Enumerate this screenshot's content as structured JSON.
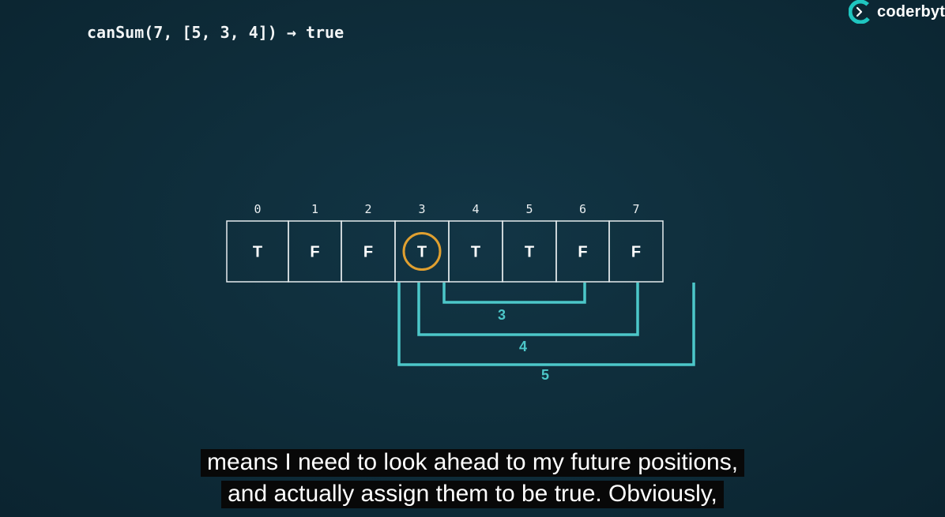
{
  "header": {
    "code": "canSum(7, [5, 3, 4]) → true"
  },
  "brand": {
    "name": "coderbyte",
    "logo_icon": "coderbyte-logo-icon",
    "accent": "#1fc6c0"
  },
  "table": {
    "indices": [
      "0",
      "1",
      "2",
      "3",
      "4",
      "5",
      "6",
      "7"
    ],
    "values": [
      "T",
      "F",
      "F",
      "T",
      "T",
      "T",
      "F",
      "F"
    ],
    "highlighted_index": 3,
    "highlight_color": "#e0a030",
    "border_color": "#e6ecee"
  },
  "jumps": [
    {
      "label": "3"
    },
    {
      "label": "4"
    },
    {
      "label": "5"
    }
  ],
  "jump_color": "#4cc7c9",
  "subtitles": {
    "line1": "means I need to look ahead to my future positions,",
    "line2": "and actually assign them to be true. Obviously,"
  }
}
